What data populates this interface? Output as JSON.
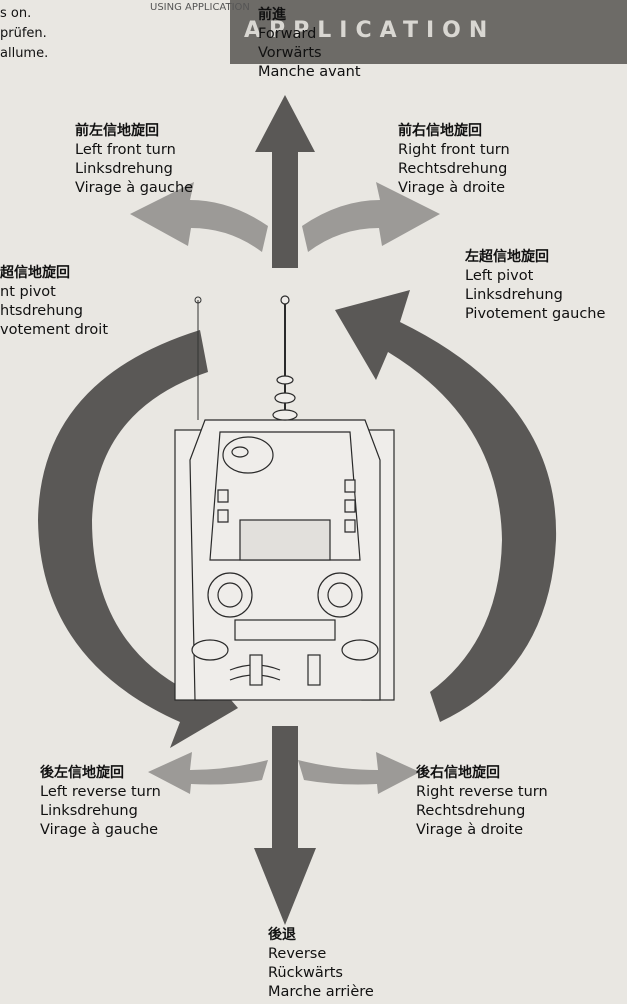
{
  "directions": {
    "forward": {
      "jp": "前進",
      "en": "Forward",
      "de": "Vorwärts",
      "fr": "Manche avant"
    },
    "left_front_turn": {
      "jp": "前左信地旋回",
      "en": "Left front turn",
      "de": "Linksdrehung",
      "fr": "Virage à gauche"
    },
    "right_front_turn": {
      "jp": "前右信地旋回",
      "en": "Right front turn",
      "de": "Rechtsdrehung",
      "fr": "Virage à droite"
    },
    "left_pivot": {
      "jp": "左超信地旋回",
      "en": "Left pivot",
      "de": "Linksdrehung",
      "fr": "Pivotement gauche"
    },
    "right_pivot_partial": {
      "jp": "超信地旋回",
      "en": "nt pivot",
      "de": "htsdrehung",
      "fr": "votement droit"
    },
    "left_reverse_turn": {
      "jp": "後左信地旋回",
      "en": "Left reverse turn",
      "de": "Linksdrehung",
      "fr": "Virage à gauche"
    },
    "right_reverse_turn": {
      "jp": "後右信地旋回",
      "en": "Right reverse turn",
      "de": "Rechtsdrehung",
      "fr": "Virage à droite"
    },
    "reverse": {
      "jp": "後退",
      "en": "Reverse",
      "de": "Rückwärts",
      "fr": "Marche arrière"
    }
  },
  "left_edge_text": [
    "s on.",
    "prüfen.",
    "allume."
  ],
  "header_text": "APPLICATION",
  "header_text_2": "USING APPLICATION",
  "colors": {
    "arrow_dark": "#5a5856",
    "arrow_light": "#9c9a97",
    "paper": "#e9e7e2"
  }
}
